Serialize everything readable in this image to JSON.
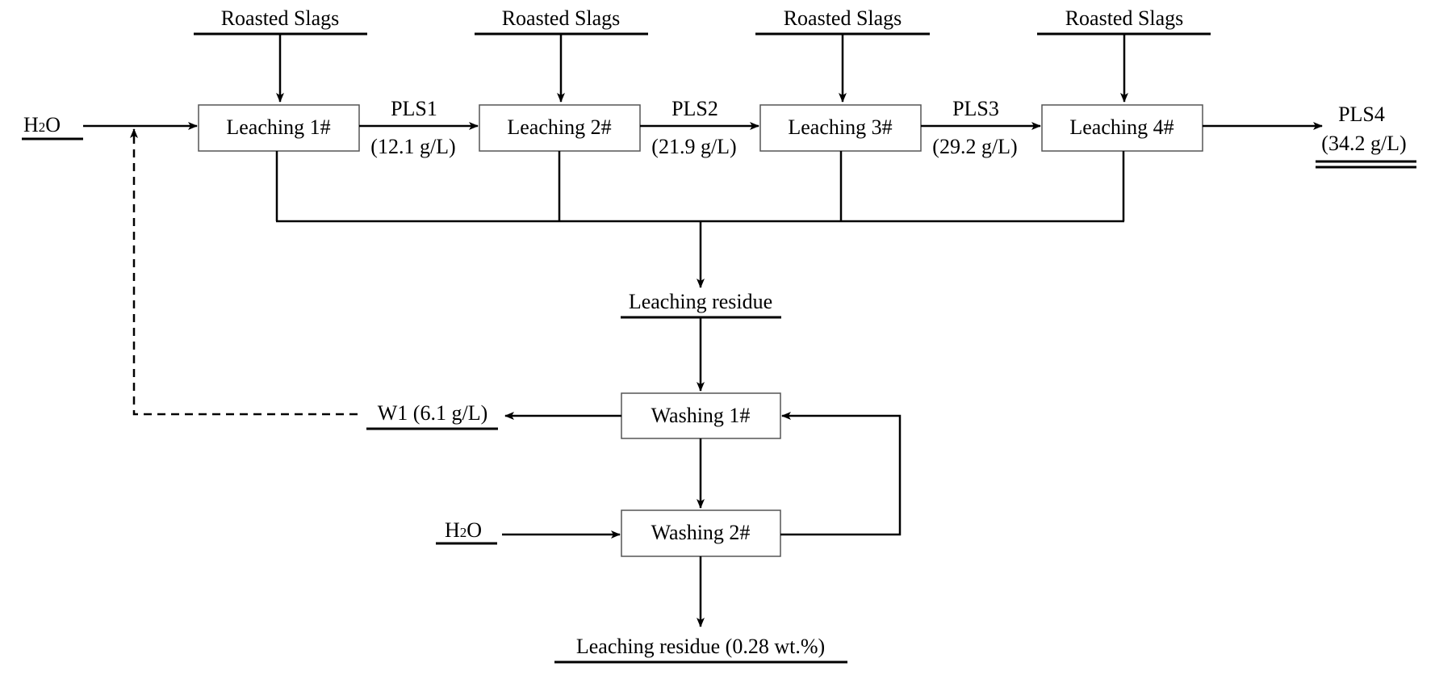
{
  "feed_label": "Roasted Slags",
  "leaching_stages": [
    {
      "label": "Leaching 1#"
    },
    {
      "label": "Leaching 2#"
    },
    {
      "label": "Leaching 3#"
    },
    {
      "label": "Leaching 4#"
    }
  ],
  "pls_streams": [
    {
      "name": "PLS1",
      "conc": "(12.1 g/L)"
    },
    {
      "name": "PLS2",
      "conc": "(21.9 g/L)"
    },
    {
      "name": "PLS3",
      "conc": "(29.2 g/L)"
    },
    {
      "name": "PLS4",
      "conc": "(34.2 g/L)"
    }
  ],
  "water_in_leach": {
    "main": "H",
    "sub": "2",
    "tail": "O"
  },
  "water_in_wash": {
    "main": "H",
    "sub": "2",
    "tail": "O"
  },
  "leaching_residue": "Leaching residue",
  "washing_stages": [
    {
      "label": "Washing 1#"
    },
    {
      "label": "Washing 2#"
    }
  ],
  "wash_liquor": "W1 (6.1 g/L)",
  "final_residue": "Leaching residue (0.28 wt.%)"
}
